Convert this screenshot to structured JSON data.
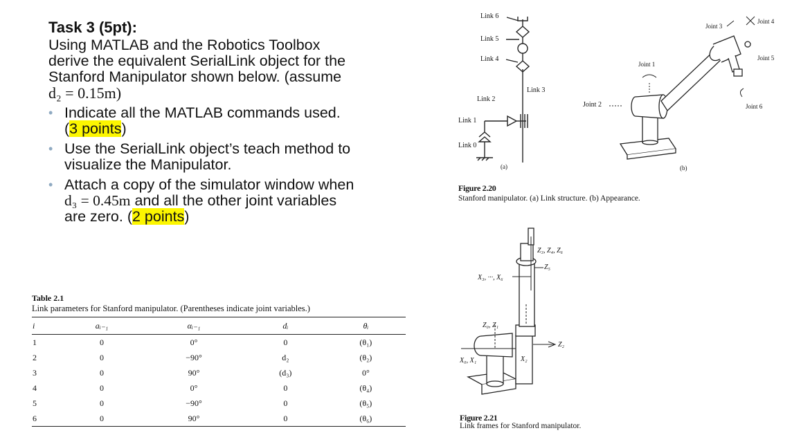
{
  "task": {
    "title": "Task 3 (5pt):",
    "intro_line1": "Using MATLAB and the Robotics Toolbox",
    "intro_line2": "derive the equivalent SerialLink object for the",
    "intro_line3": "Stanford Manipulator shown below. (assume",
    "intro_math": "d₂ = 0.15m)",
    "bullets": [
      {
        "line1": "Indicate all the MATLAB commands used.",
        "hl": "3 points",
        "tail": ")"
      },
      {
        "line1": "Use the SerialLink object’s teach method to",
        "line2": "visualize the Manipulator."
      },
      {
        "line1": "Attach a copy of the simulator window when",
        "math": "d₃ = 0.45m",
        "after_math": " and all the other joint variables",
        "line3_pre": "are zero. (",
        "hl": "2 points",
        "tail": ")"
      }
    ],
    "bullet_paren_open": "("
  },
  "table": {
    "title": "Table 2.1",
    "caption": "Link parameters for Stanford manipulator. (Parentheses indicate joint variables.)",
    "headers": [
      "i",
      "aᵢ₋₁",
      "αᵢ₋₁",
      "dᵢ",
      "θᵢ"
    ],
    "rows": [
      [
        "1",
        "0",
        "0°",
        "0",
        "(θ₁)"
      ],
      [
        "2",
        "0",
        "−90°",
        "d₂",
        "(θ₂)"
      ],
      [
        "3",
        "0",
        "90°",
        "(d₃)",
        "0°"
      ],
      [
        "4",
        "0",
        "0°",
        "0",
        "(θ₄)"
      ],
      [
        "5",
        "0",
        "−90°",
        "0",
        "(θ₅)"
      ],
      [
        "6",
        "0",
        "90°",
        "0",
        "(θ₆)"
      ]
    ]
  },
  "figure220": {
    "links": [
      "Link 6",
      "Link 5",
      "Link 4",
      "Link 3",
      "Link 2",
      "Link 1",
      "Link 0"
    ],
    "joints": [
      "Joint 1",
      "Joint 2",
      "Joint 3",
      "Joint 4",
      "Joint 5",
      "Joint 6"
    ],
    "sub_a": "(a)",
    "sub_b": "(b)",
    "caption_title": "Figure 2.20",
    "caption_text": "Stanford manipulator. (a) Link structure. (b) Appearance."
  },
  "figure221": {
    "labels": {
      "z345": "Z₃, Z₄, Z₆",
      "z5": "Z₅",
      "x36": "X₃, ···, X₆",
      "z01": "Z₀, Z₁",
      "z2": "Z₂",
      "x01": "X₀, X₁",
      "x2": "X₂"
    },
    "caption_title": "Figure 2.21",
    "caption_text": "Link frames for Stanford manipulator."
  }
}
